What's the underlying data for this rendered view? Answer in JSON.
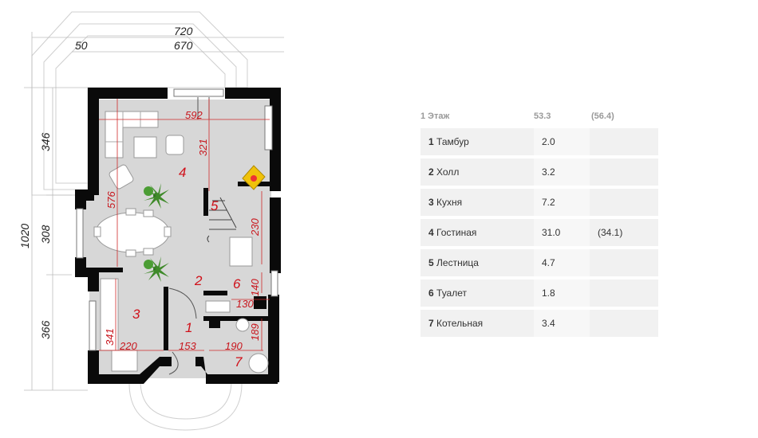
{
  "plan": {
    "dimensions": {
      "width_outer": "720",
      "offset": "50",
      "width_inner": "670",
      "height_total": "1020",
      "left_top": "346",
      "left_mid": "308",
      "left_bottom": "366"
    },
    "inner_dimensions": {
      "d592": "592",
      "d321": "321",
      "d576": "576",
      "d230": "230",
      "d140": "140",
      "d130": "130",
      "d189": "189",
      "d341": "341",
      "d220": "220",
      "d153": "153",
      "d190": "190"
    },
    "room_numbers": {
      "r1": "1",
      "r2": "2",
      "r3": "3",
      "r4": "4",
      "r5": "5",
      "r6": "6",
      "r7": "7"
    }
  },
  "table": {
    "header": {
      "name": "1 Этаж",
      "area": "53.3",
      "area_alt": "(56.4)"
    },
    "rows": [
      {
        "num": "1",
        "name": "Тамбур",
        "area": "2.0",
        "area_alt": ""
      },
      {
        "num": "2",
        "name": "Холл",
        "area": "3.2",
        "area_alt": ""
      },
      {
        "num": "3",
        "name": "Кухня",
        "area": "7.2",
        "area_alt": ""
      },
      {
        "num": "4",
        "name": "Гостиная",
        "area": "31.0",
        "area_alt": "(34.1)"
      },
      {
        "num": "5",
        "name": "Лестница",
        "area": "4.7",
        "area_alt": ""
      },
      {
        "num": "6",
        "name": "Туалет",
        "area": "1.8",
        "area_alt": ""
      },
      {
        "num": "7",
        "name": "Котельная",
        "area": "3.4",
        "area_alt": ""
      }
    ]
  }
}
